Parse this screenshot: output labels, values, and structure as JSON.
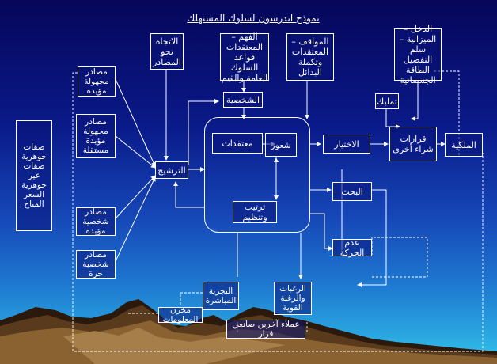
{
  "title": "نموذج اندرسون لسلوك المستهلك",
  "boxes": {
    "attitude_sources": "الاتجاة نحو المصادر",
    "understanding_beliefs": "الفهم – المعتقدات قواعد السلوك العامة والقيم",
    "attitudes_beliefs": "المواقف – المعتقدات وتكملة البدائل",
    "income_budget": "الدخل – الميزانية – سلم التفضيل الطاقة الجسمانية",
    "personality": "الشخصية",
    "ownership_trial": "تمليك",
    "beliefs": "معتقدات",
    "feeling": "شعور",
    "choice": "الاختيار",
    "purchase_decisions": "قرارات شراء أخرى",
    "property": "الملكية",
    "filtering": "الترشيح",
    "search": "البحث",
    "arrangement": "ترتيب وتنظيم",
    "no_movement": "عدم الحركة",
    "unknown_supported": "مصادر مجهولة مؤيدة",
    "unknown_independent": "مصادر مجهولة مؤيدة مستقلة",
    "personal_supported": "مصادر شخصية مؤيدة",
    "personal_free": "مصادر شخصية حرة",
    "product_attributes": "صفات جوهرية صفات غير جوهرية السعر المتاح",
    "direct_experience": "التجربة المباشرة",
    "desires": "الرغبات والرغبة القوية",
    "info_store": "مخزن المعلومات",
    "customers": "عملاء آخرين صانعي قرار"
  }
}
